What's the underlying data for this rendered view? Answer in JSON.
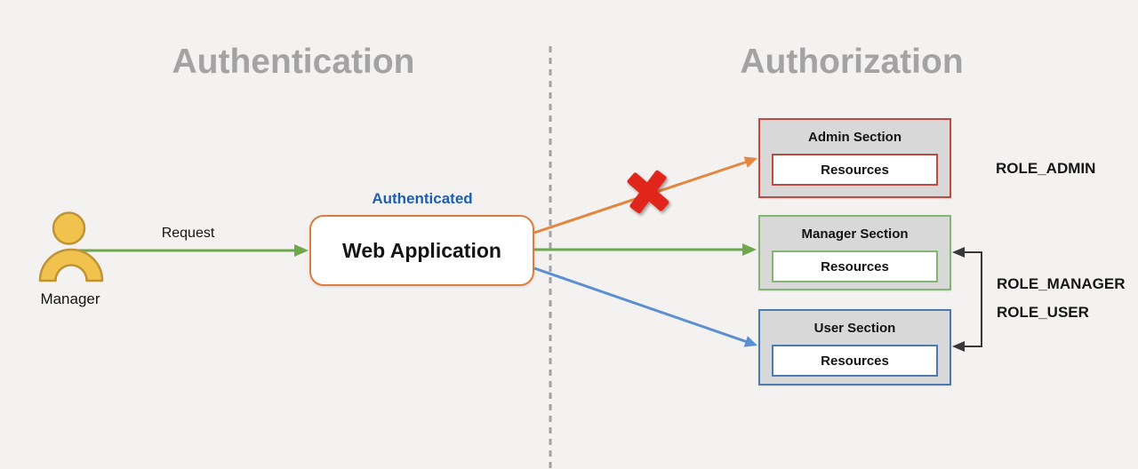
{
  "titles": {
    "authentication": "Authentication",
    "authorization": "Authorization"
  },
  "actor": {
    "label": "Manager",
    "icon": "person-icon"
  },
  "request_arrow": {
    "label": "Request"
  },
  "web_app": {
    "status_label": "Authenticated",
    "label": "Web Application"
  },
  "sections": [
    {
      "title": "Admin Section",
      "inner_label": "Resources",
      "accent_color": "#c04a3f",
      "arrow_color": "#e3863f",
      "access": "blocked"
    },
    {
      "title": "Manager Section",
      "inner_label": "Resources",
      "accent_color": "#85b477",
      "arrow_color": "#6fa84c",
      "access": "allowed"
    },
    {
      "title": "User Section",
      "inner_label": "Resources",
      "accent_color": "#4c79af",
      "arrow_color": "#5b8fd0",
      "access": "allowed"
    }
  ],
  "roles": {
    "admin": "ROLE_ADMIN",
    "manager": "ROLE_MANAGER",
    "user": "ROLE_USER"
  },
  "icons": {
    "blocked": "red-x-icon",
    "divider": "dashed-divider"
  },
  "colors": {
    "background": "#f3f2f1",
    "title_gray": "#a3a3a3",
    "authenticated_blue": "#1e5fae",
    "webapp_border_orange": "#dd7d3c",
    "actor_yellow": "#f2c24e",
    "actor_yellow_stroke": "#be9336",
    "request_green": "#6fa84c",
    "blocked_red": "#e0281e",
    "bracket_black": "#383838",
    "section_fill_gray": "#d8d8d8"
  }
}
